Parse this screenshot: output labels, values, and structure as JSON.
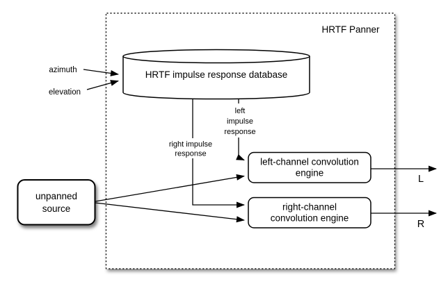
{
  "diagram": {
    "panel": {
      "title": "HRTF Panner"
    },
    "database": {
      "label": "HRTF impulse response database"
    },
    "inputs": {
      "azimuth": "azimuth",
      "elevation": "elevation"
    },
    "source": {
      "line1": "unpanned",
      "line2": "source"
    },
    "engines": {
      "left": {
        "line1": "left-channel convolution",
        "line2": "engine"
      },
      "right": {
        "line1": "right-channel",
        "line2": "convolution engine"
      }
    },
    "signals": {
      "left_impulse": {
        "line1": "left",
        "line2": "impulse",
        "line3": "response"
      },
      "right_impulse": {
        "line1": "right impulse",
        "line2": "response"
      }
    },
    "outputs": {
      "left": "L",
      "right": "R"
    },
    "colors": {
      "ink": "#000000",
      "background": "#ffffff"
    }
  }
}
